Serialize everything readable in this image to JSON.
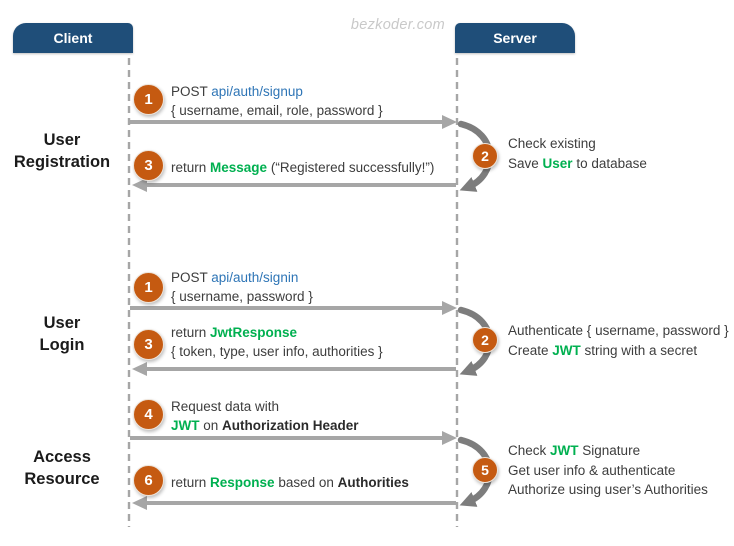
{
  "watermark": "bezkoder.com",
  "actors": {
    "client": "Client",
    "server": "Server"
  },
  "colors": {
    "actor_bg": "#1f4e79",
    "circle_orange": "#c55a11",
    "keyword_green": "#00b050",
    "endpoint_blue": "#2e75b6",
    "arrow_gray": "#a6a6a6",
    "curve_gray": "#7d7d7d"
  },
  "registration": {
    "label_line1": "User",
    "label_line2": "Registration",
    "step1": {
      "num": "1",
      "line1_pre": "POST ",
      "line1_endpoint": "api/auth/signup",
      "line2": "{ username, email, role, password }"
    },
    "step2": {
      "num": "2",
      "line1": "Check existing",
      "line2_pre": "Save ",
      "line2_key": "User",
      "line2_post": " to database"
    },
    "step3": {
      "num": "3",
      "pre": "return ",
      "key": "Message",
      "post": " (“Registered successfully!”)"
    }
  },
  "login": {
    "label_line1": "User",
    "label_line2": "Login",
    "step1": {
      "num": "1",
      "line1_pre": "POST ",
      "line1_endpoint": "api/auth/signin",
      "line2": "{ username, password }"
    },
    "step2": {
      "num": "2",
      "line1": "Authenticate { username, password }",
      "line2_pre": "Create ",
      "line2_key": "JWT",
      "line2_post": " string with a secret"
    },
    "step3": {
      "num": "3",
      "line1_pre": "return ",
      "line1_key": "JwtResponse",
      "line2": "{ token, type, user info, authorities }"
    }
  },
  "access": {
    "label_line1": "Access",
    "label_line2": "Resource",
    "step4": {
      "num": "4",
      "line1": "Request data with",
      "line2_key": "JWT",
      "line2_mid": " on ",
      "line2_bold": "Authorization Header"
    },
    "step5": {
      "num": "5",
      "line1_pre": "Check ",
      "line1_key": "JWT",
      "line1_post": " Signature",
      "line2": "Get user info & authenticate",
      "line3": "Authorize using user’s Authorities"
    },
    "step6": {
      "num": "6",
      "pre": "return ",
      "key": "Response",
      "mid": " based on ",
      "bold": "Authorities"
    }
  }
}
